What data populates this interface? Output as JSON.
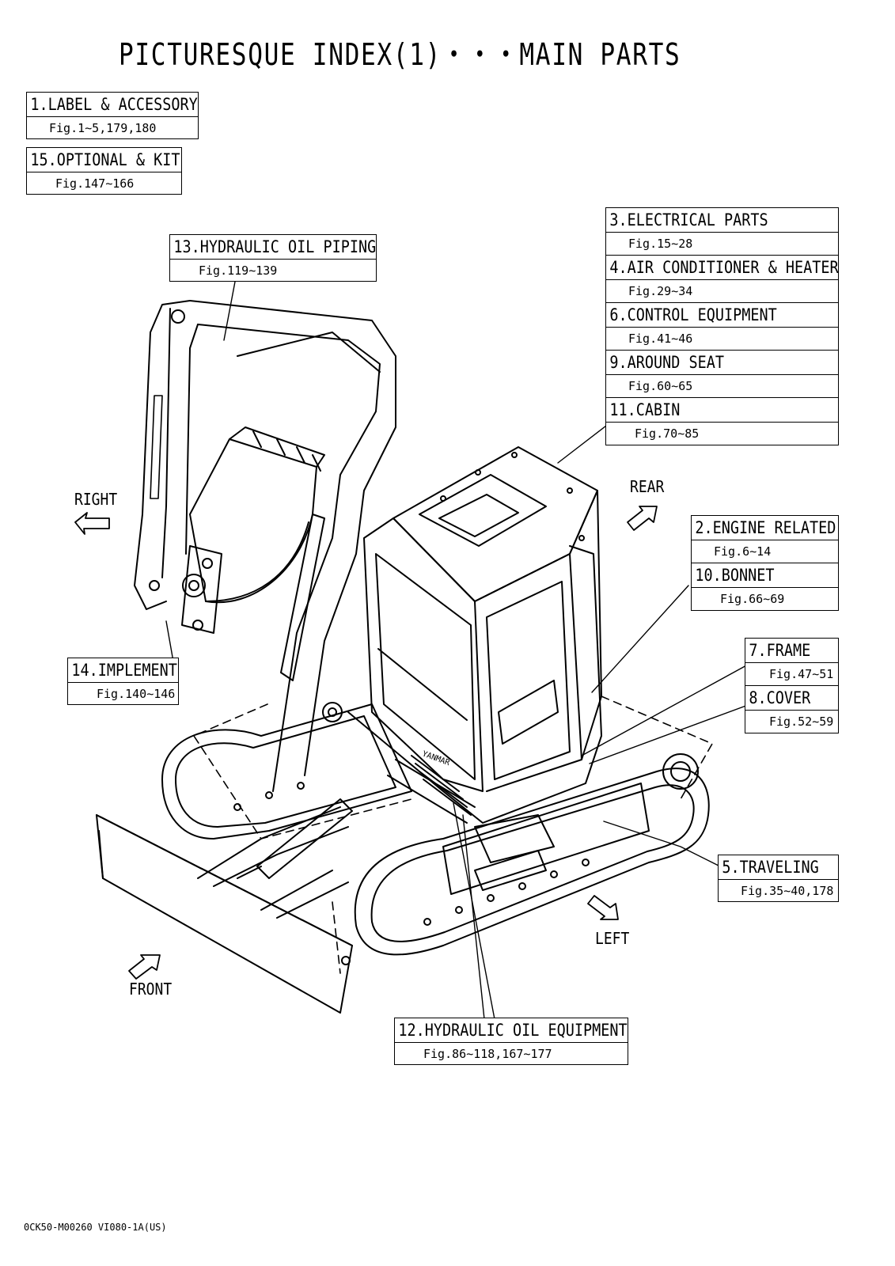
{
  "title": "PICTURESQUE INDEX(1)・・・MAIN PARTS",
  "parts": {
    "label_accessory": {
      "name": "1.LABEL & ACCESSORY",
      "fig": "Fig.1∼5,179,180"
    },
    "optional_kit": {
      "name": "15.OPTIONAL & KIT",
      "fig": "Fig.147∼166"
    },
    "hydraulic_oil_piping": {
      "name": "13.HYDRAULIC OIL PIPING",
      "fig": "Fig.119∼139"
    },
    "electrical_parts": {
      "name": "3.ELECTRICAL PARTS",
      "fig": "Fig.15∼28"
    },
    "air_conditioner_heater": {
      "name": "4.AIR CONDITIONER & HEATER",
      "fig": "Fig.29∼34"
    },
    "control_equipment": {
      "name": "6.CONTROL EQUIPMENT",
      "fig": "Fig.41∼46"
    },
    "around_seat": {
      "name": "9.AROUND SEAT",
      "fig": "Fig.60∼65"
    },
    "cabin": {
      "name": "11.CABIN",
      "fig": "Fig.70∼85"
    },
    "engine_related": {
      "name": "2.ENGINE RELATED",
      "fig": "Fig.6∼14"
    },
    "bonnet": {
      "name": "10.BONNET",
      "fig": "Fig.66∼69"
    },
    "frame": {
      "name": "7.FRAME",
      "fig": "Fig.47∼51"
    },
    "cover": {
      "name": "8.COVER",
      "fig": "Fig.52∼59"
    },
    "implement": {
      "name": "14.IMPLEMENT",
      "fig": "Fig.140∼146"
    },
    "traveling": {
      "name": "5.TRAVELING",
      "fig": "Fig.35∼40,178"
    },
    "hydraulic_oil_equipment": {
      "name": "12.HYDRAULIC OIL EQUIPMENT",
      "fig": "Fig.86∼118,167∼177"
    }
  },
  "directions": {
    "right": "RIGHT",
    "rear": "REAR",
    "left": "LEFT",
    "front": "FRONT"
  },
  "brand_mark": "YANMAR",
  "footer": "0CK50-M00260 VI080-1A(US)"
}
